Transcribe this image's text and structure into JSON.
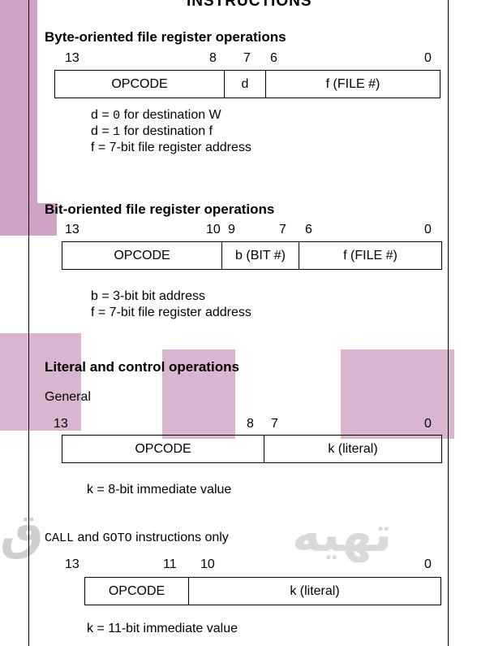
{
  "doc": {
    "title": "INSTRUCTIONS",
    "byte_section": {
      "heading": "Byte-oriented file register operations",
      "bit_labels": [
        "13",
        "8",
        "7",
        "6",
        "0"
      ],
      "fields": [
        "OPCODE",
        "d",
        "f (FILE #)"
      ],
      "notes": [
        {
          "prefix": "d = ",
          "code": "0",
          "suffix": " for destination W"
        },
        {
          "prefix": "d = ",
          "code": "1",
          "suffix": " for destination f"
        },
        {
          "prefix": "f = 7-bit file register address",
          "code": "",
          "suffix": ""
        }
      ]
    },
    "bit_section": {
      "heading": "Bit-oriented file register operations",
      "bit_labels": [
        "13",
        "10",
        "9",
        "7",
        "6",
        "0"
      ],
      "fields": [
        "OPCODE",
        "b (BIT #)",
        "f (FILE #)"
      ],
      "notes": [
        "b = 3-bit bit address",
        "f = 7-bit file register address"
      ]
    },
    "literal_section": {
      "heading": "Literal and control operations",
      "subheading": "General",
      "bit_labels": [
        "13",
        "8",
        "7",
        "0"
      ],
      "fields": [
        "OPCODE",
        "k (literal)"
      ],
      "note": "k = 8-bit immediate value"
    },
    "call_goto_section": {
      "sub_code1": "CALL",
      "sub_and": " and ",
      "sub_code2": "GOTO",
      "sub_suffix": " instructions only",
      "bit_labels": [
        "13",
        "11",
        "10",
        "0"
      ],
      "fields": [
        "OPCODE",
        "k (literal)"
      ],
      "note": "k = 11-bit immediate value"
    }
  }
}
